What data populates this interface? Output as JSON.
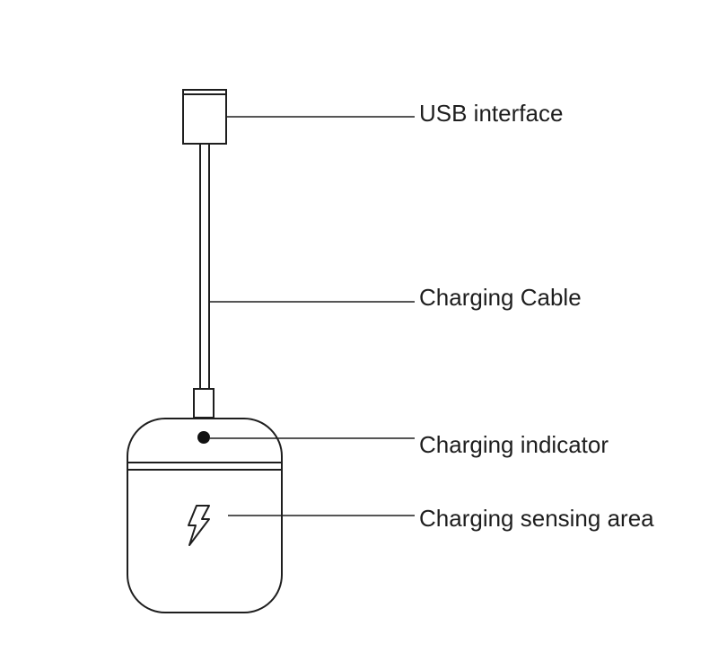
{
  "labels": {
    "usb_interface": "USB interface",
    "charging_cable": "Charging Cable",
    "charging_indicator": "Charging indicator",
    "charging_sensing_area": "Charging sensing area"
  },
  "icons": {
    "sensing_area": "lightning-bolt-icon",
    "indicator": "indicator-dot-icon"
  },
  "colors": {
    "stroke": "#1e1e1e",
    "background": "#ffffff"
  }
}
